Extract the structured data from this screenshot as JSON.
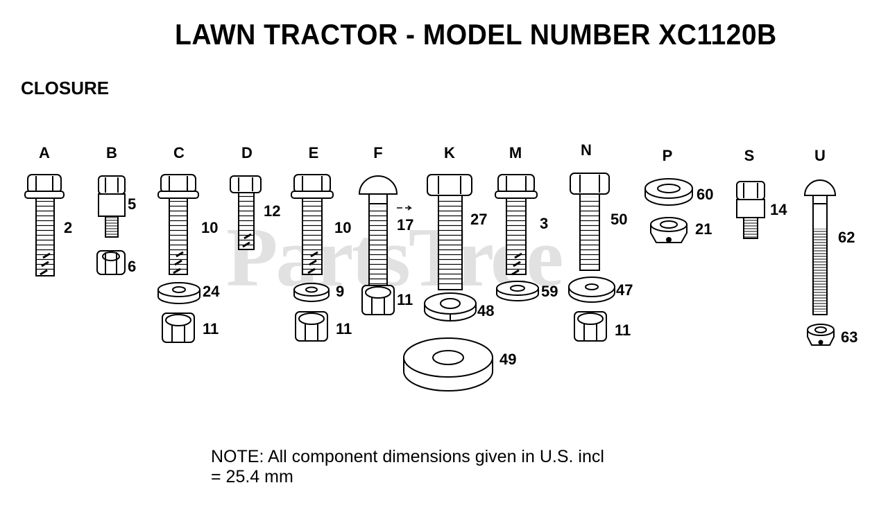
{
  "header": {
    "title": "LAWN TRACTOR - MODEL NUMBER XC1120B",
    "section": "CLOSURE"
  },
  "watermark": "PartsTree",
  "note": {
    "line1": "NOTE:  All component dimensions given in U.S. incl",
    "line2": "= 25.4 mm"
  },
  "columns": [
    "A",
    "B",
    "C",
    "D",
    "E",
    "F",
    "K",
    "M",
    "N",
    "P",
    "S",
    "U"
  ],
  "part_numbers": [
    "2",
    "5",
    "6",
    "10",
    "24",
    "11",
    "12",
    "10",
    "9",
    "11",
    "17",
    "11",
    "27",
    "48",
    "49",
    "3",
    "59",
    "50",
    "47",
    "11",
    "60",
    "21",
    "14",
    "62",
    "63"
  ]
}
